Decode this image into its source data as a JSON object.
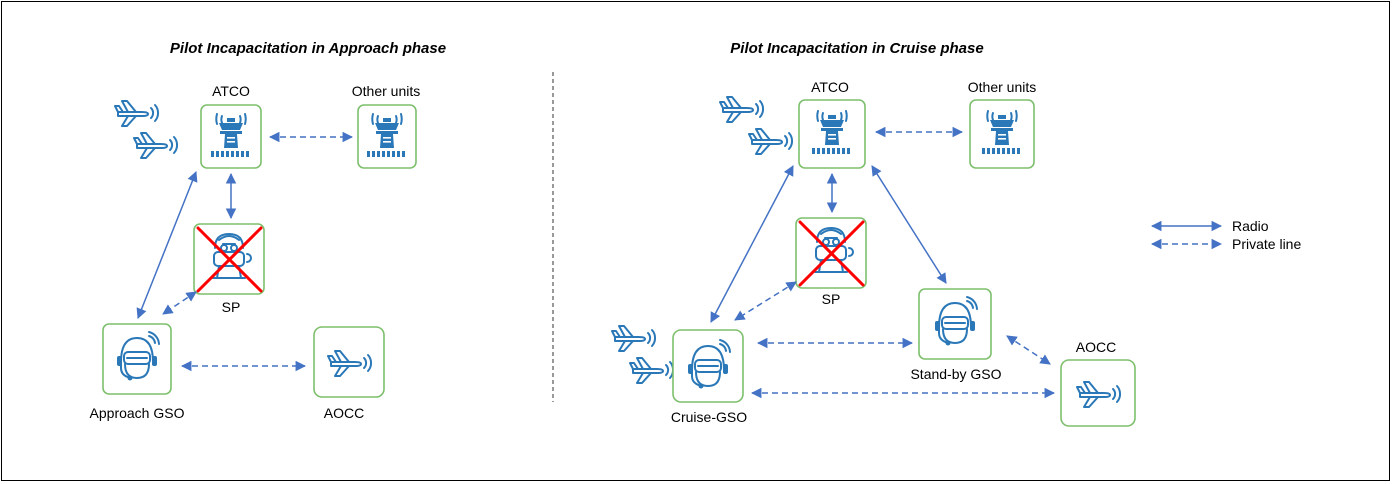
{
  "panels": {
    "approach": {
      "title": "Pilot Incapacitation in Approach phase",
      "atco": "ATCO",
      "other_units": "Other units",
      "sp": "SP",
      "gso": "Approach GSO",
      "aocc": "AOCC"
    },
    "cruise": {
      "title": "Pilot Incapacitation in Cruise phase",
      "atco": "ATCO",
      "other_units": "Other units",
      "sp": "SP",
      "cruise_gso": "Cruise-GSO",
      "standby_gso": "Stand-by GSO",
      "aocc": "AOCC"
    }
  },
  "legend": {
    "radio": "Radio",
    "private_line": "Private line"
  },
  "colors": {
    "node_border": "#7dbf6c",
    "icon": "#2a78b8",
    "link": "#4472c4",
    "cross": "#ff0000"
  }
}
